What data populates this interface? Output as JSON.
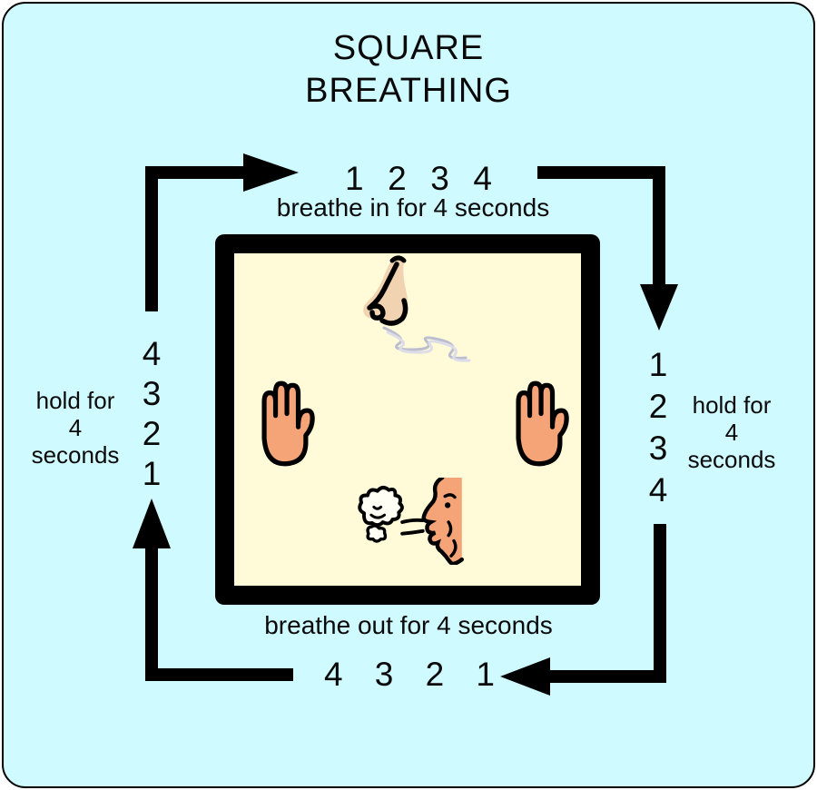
{
  "title": {
    "line1": "SQUARE",
    "line2": "BREATHING"
  },
  "phases": {
    "breathe_in": {
      "label": "breathe in for 4 seconds",
      "counts": [
        "1",
        "2",
        "3",
        "4"
      ]
    },
    "hold_right": {
      "line1": "hold for",
      "line2": "4",
      "line3": "seconds",
      "counts": [
        "1",
        "2",
        "3",
        "4"
      ]
    },
    "breathe_out": {
      "label": "breathe out for 4 seconds",
      "counts": [
        "4",
        "3",
        "2",
        "1"
      ]
    },
    "hold_left": {
      "line1": "hold for",
      "line2": "4",
      "line3": "seconds",
      "counts": [
        "4",
        "3",
        "2",
        "1"
      ]
    }
  },
  "icons": {
    "nose": "nose-breathing-in-icon",
    "smoke": "inhaled-air-wisp-icon",
    "left_hand": "raised-hand-icon",
    "right_hand": "raised-hand-icon",
    "face": "face-breathing-out-icon",
    "cloud": "exhaled-air-puff-icon",
    "arrows": [
      "arrow-up-right-icon",
      "arrow-right-down-icon",
      "arrow-down-left-icon",
      "arrow-left-up-icon"
    ]
  },
  "colors": {
    "page_background": "#FFFFFF",
    "panel_background": "#CFFAFF",
    "panel_border": "#000000",
    "square_fill": "#FFFBD8",
    "square_border": "#000000",
    "arrow": "#000000",
    "text": "#0A0A0A",
    "skin_salmon": "#F5A478",
    "skin_nose": "#F1D3B1",
    "smoke_gray": "#BCBECF",
    "cloud_fill": "#FFFEF5"
  }
}
